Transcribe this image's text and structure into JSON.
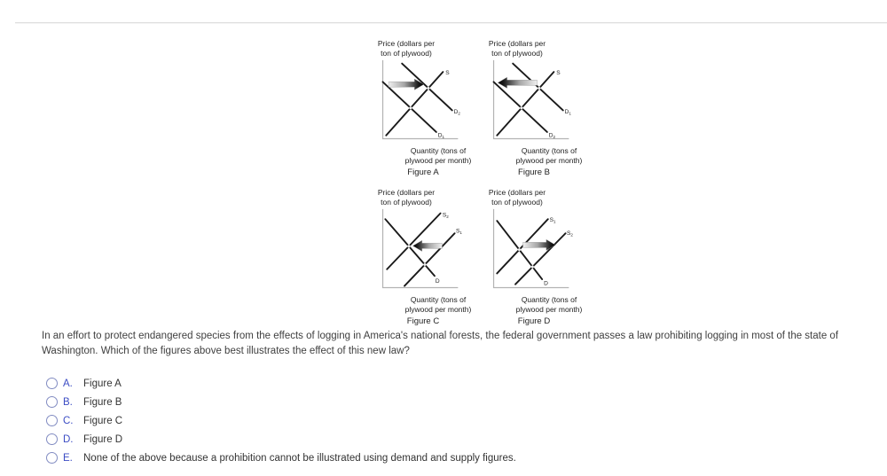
{
  "axis_labels": {
    "price_line1": "Price (dollars per",
    "price_line2": "ton of plywood)",
    "quantity_line1": "Quantity (tons of",
    "quantity_line2": "plywood per month)"
  },
  "figures": [
    {
      "caption": "Figure A",
      "arrow_direction": "right",
      "labels": {
        "supply": "S",
        "demand_initial_base": "D",
        "demand_initial_sub": "1",
        "demand_new_base": "D",
        "demand_new_sub": "2"
      }
    },
    {
      "caption": "Figure B",
      "arrow_direction": "left",
      "labels": {
        "supply": "S",
        "demand_initial_base": "D",
        "demand_initial_sub": "1",
        "demand_new_base": "D",
        "demand_new_sub": "2"
      }
    },
    {
      "caption": "Figure C",
      "arrow_direction": "left",
      "labels": {
        "demand": "D",
        "supply_initial_base": "S",
        "supply_initial_sub": "1",
        "supply_new_base": "S",
        "supply_new_sub": "2"
      }
    },
    {
      "caption": "Figure D",
      "arrow_direction": "right",
      "labels": {
        "demand": "D",
        "supply_initial_base": "S",
        "supply_initial_sub": "1",
        "supply_new_base": "S",
        "supply_new_sub": "2"
      }
    }
  ],
  "question": {
    "text": "In an effort to protect endangered species from the effects of logging in America's national forests, the federal government passes a law prohibiting logging in most of the state of Washington. Which of the figures above best illustrates the effect of this new law?"
  },
  "options": [
    {
      "letter": "A.",
      "text": "Figure A",
      "selected": false
    },
    {
      "letter": "B.",
      "text": "Figure B",
      "selected": false
    },
    {
      "letter": "C.",
      "text": "Figure C",
      "selected": false
    },
    {
      "letter": "D.",
      "text": "Figure D",
      "selected": false
    },
    {
      "letter": "E.",
      "text": "None of the above because a prohibition cannot be illustrated using demand and supply figures.",
      "selected": false
    }
  ],
  "colors": {
    "option_letter": "#3b4cc4",
    "radio_border": "#828cc2",
    "question_text": "#3f3f3f",
    "divider": "#dfdfdf",
    "curve": "#1a1a1a",
    "axis": "#b3b3b3"
  }
}
